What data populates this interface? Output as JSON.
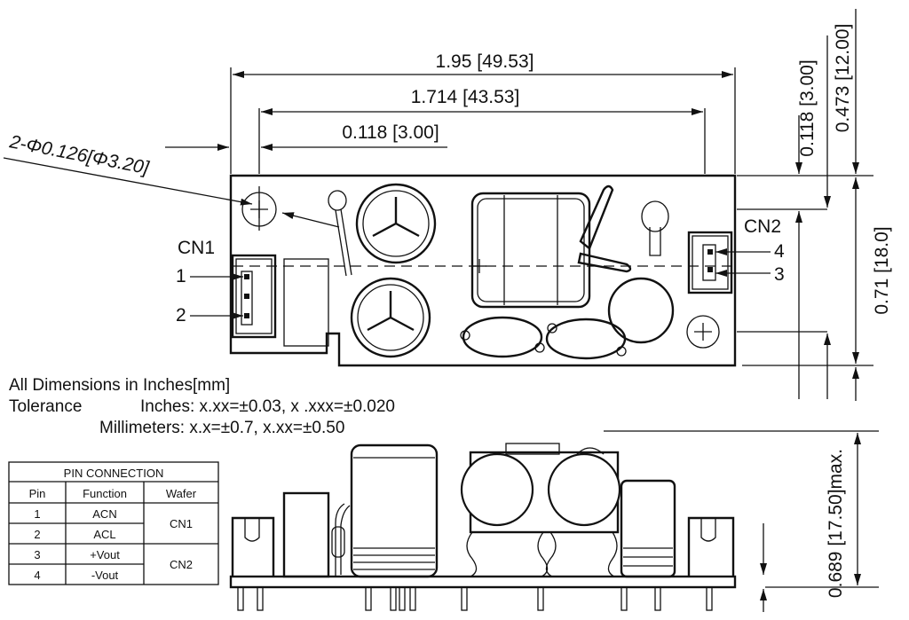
{
  "dimensions": {
    "overall_length": "1.95 [49.53]",
    "hole_spacing": "1.714 [43.53]",
    "hole_offset_x": "0.118 [3.00]",
    "hole_diameter": "2-Φ0.126[Φ3.20]",
    "hole_offset_y": "0.118 [3.00]",
    "overall_width_top": "0.473 [12.00]",
    "width": "0.71 [18.0]",
    "height": "0.689 [17.50]max."
  },
  "connectors": {
    "cn1": {
      "name": "CN1",
      "pins": [
        "1",
        "2"
      ]
    },
    "cn2": {
      "name": "CN2",
      "pins": [
        "4",
        "3"
      ]
    }
  },
  "notes": {
    "line1": "All Dimensions in Inches[mm]",
    "tolerance_label": "Tolerance",
    "tolerance_inches": "Inches: x.xx=±0.03, x .xxx=±0.020",
    "tolerance_mm": "Millimeters: x.x=±0.7, x.xx=±0.50"
  },
  "pin_table": {
    "title": "PIN CONNECTION",
    "headers": [
      "Pin",
      "Function",
      "Wafer"
    ],
    "rows": [
      {
        "pin": "1",
        "function": "ACN"
      },
      {
        "pin": "2",
        "function": "ACL"
      },
      {
        "pin": "3",
        "function": "+Vout"
      },
      {
        "pin": "4",
        "function": "-Vout"
      }
    ],
    "wafers": [
      "CN1",
      "CN2"
    ]
  }
}
